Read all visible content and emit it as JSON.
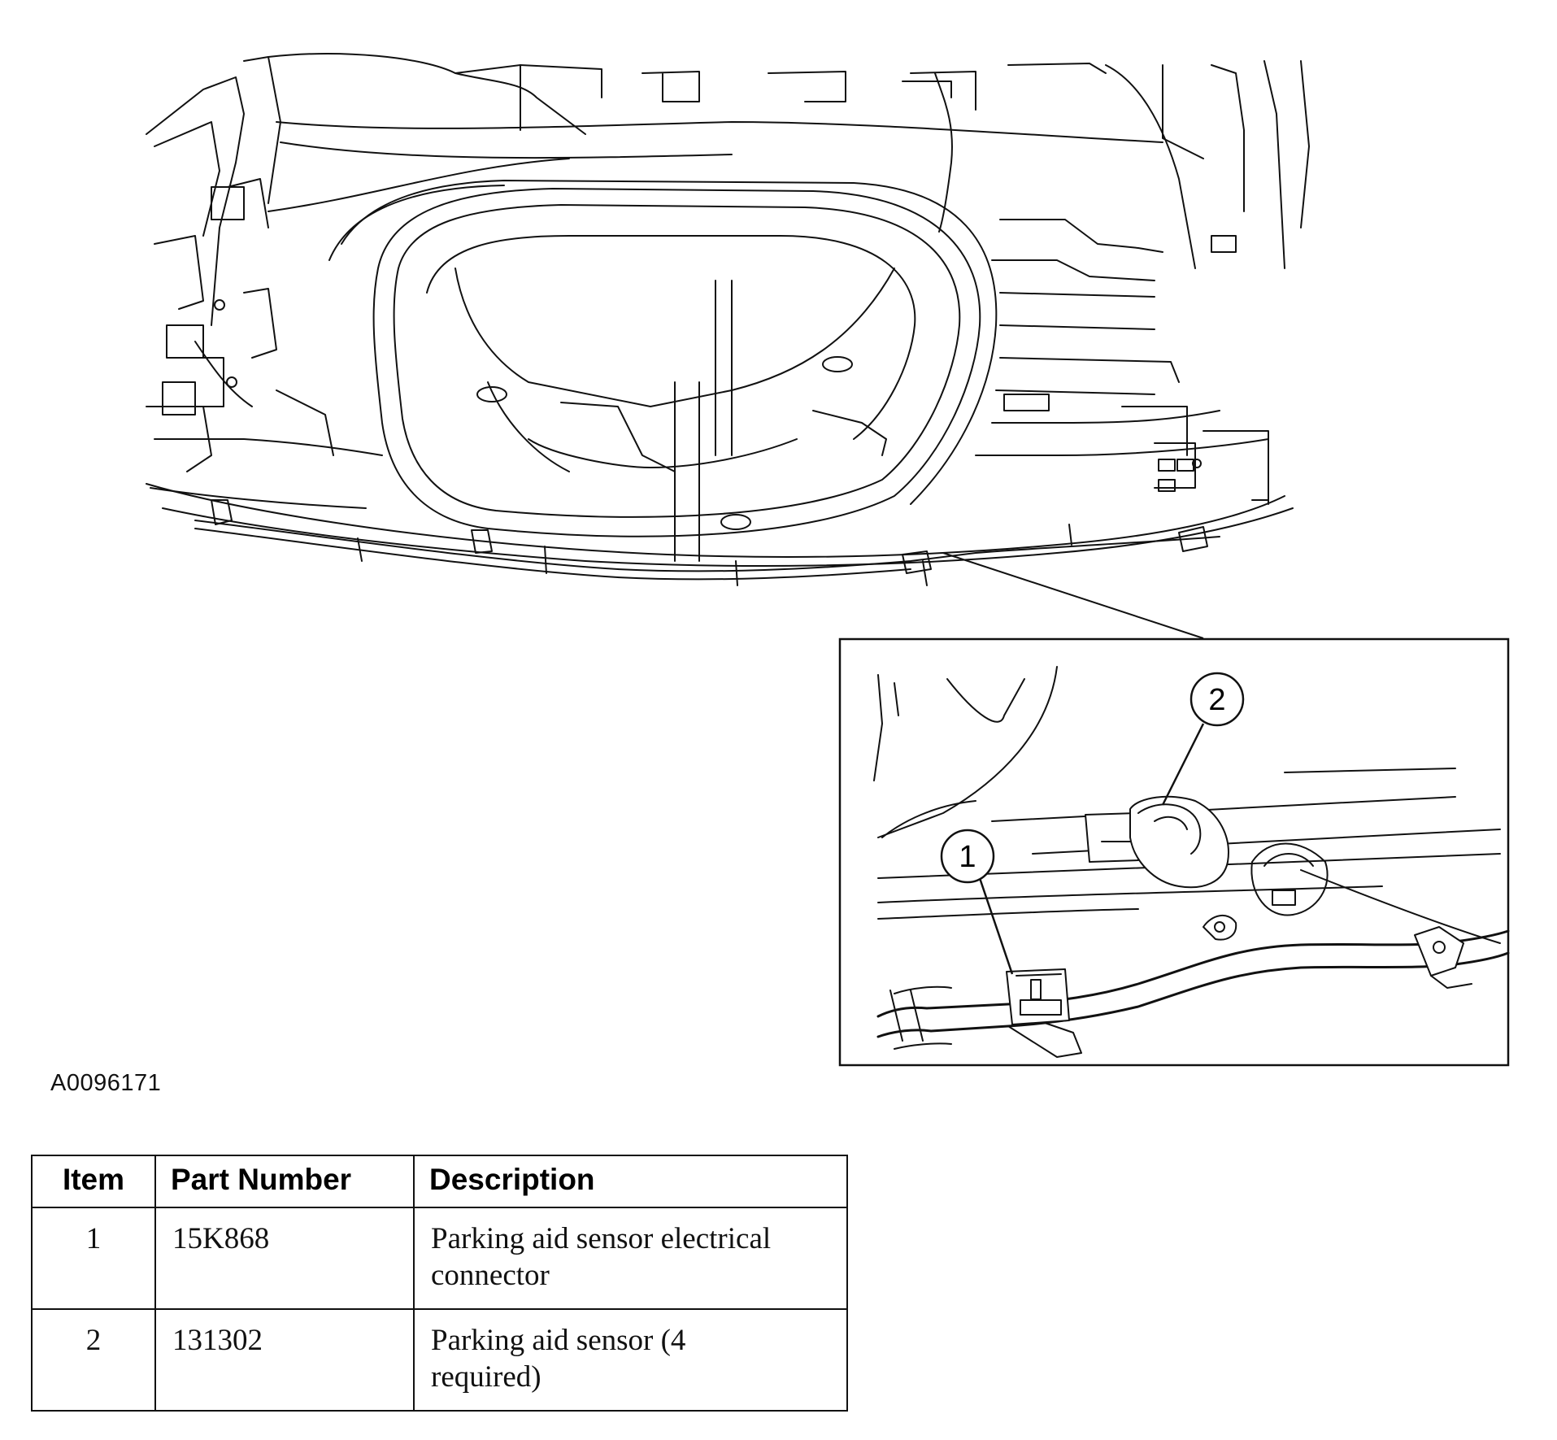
{
  "figure": {
    "reference_id": "A0096171",
    "callouts": [
      "1",
      "2"
    ],
    "icons": [
      "vehicle-rear-underbody-drawing",
      "parking-aid-sensor-detail-drawing"
    ]
  },
  "table": {
    "headers": {
      "item": "Item",
      "part_number": "Part Number",
      "description": "Description"
    },
    "rows": [
      {
        "item": "1",
        "part_number": "15K868",
        "description": "Parking aid sensor electrical connector"
      },
      {
        "item": "2",
        "part_number": "131302",
        "description": "Parking aid sensor (4 required)"
      }
    ]
  }
}
